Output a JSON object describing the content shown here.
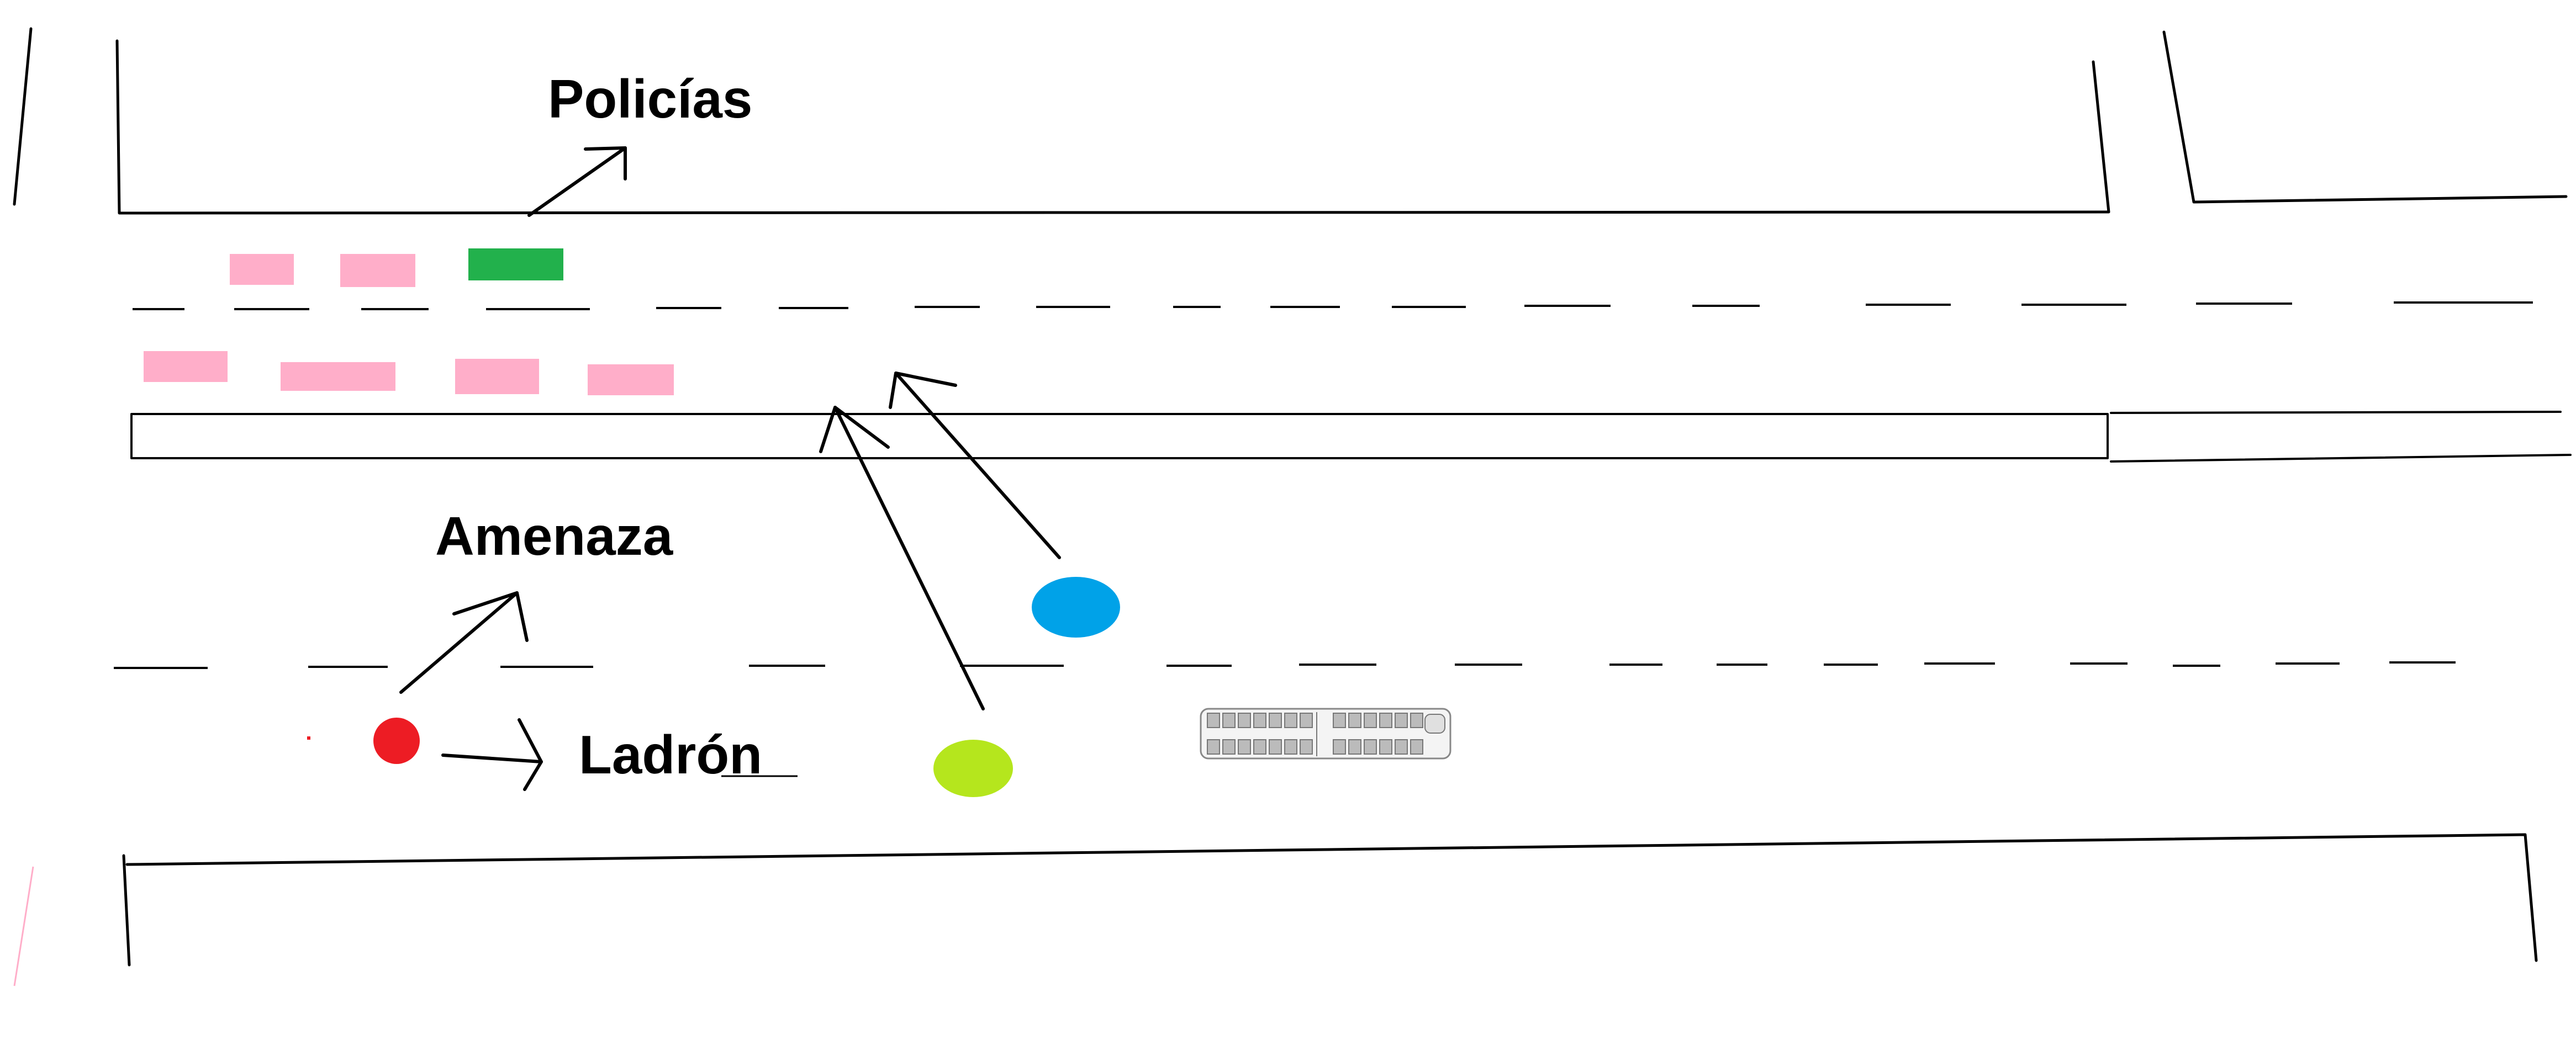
{
  "labels": {
    "police": "Policías",
    "threat": "Amenaza",
    "thief": "Ladrón"
  },
  "colors": {
    "police_car": "#22b14c",
    "parked_car": "#ffaec9",
    "blue_person": "#00a2e8",
    "green_person": "#b5e61d",
    "thief": "#ed1c24",
    "line": "#000000"
  },
  "icons": [
    "bus-icon",
    "arrow-icon"
  ]
}
